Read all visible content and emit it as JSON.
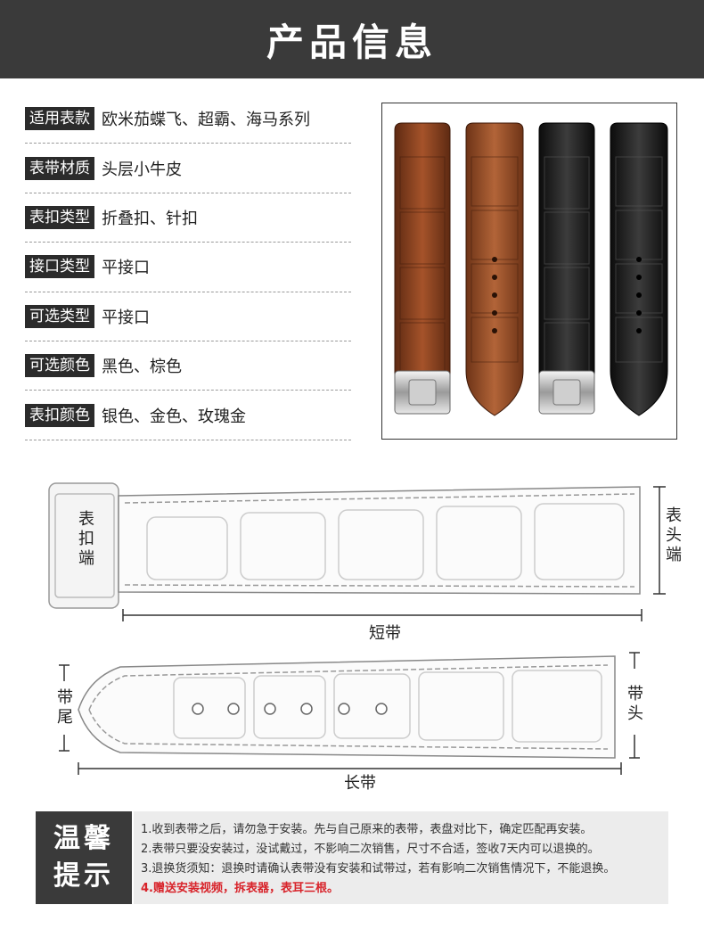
{
  "header": {
    "title": "产品信息"
  },
  "specs": [
    {
      "label": "适用表款",
      "value": "欧米茄蝶飞、超霸、海马系列"
    },
    {
      "label": "表带材质",
      "value": "头层小牛皮"
    },
    {
      "label": "表扣类型",
      "value": "折叠扣、针扣"
    },
    {
      "label": "接口类型",
      "value": "平接口"
    },
    {
      "label": "可选类型",
      "value": "平接口"
    },
    {
      "label": "可选颜色",
      "value": "黑色、棕色"
    },
    {
      "label": "表扣颜色",
      "value": "银色、金色、玫瑰金"
    }
  ],
  "colors": {
    "brown_strap": "#8a3f1f",
    "black_strap": "#1c1c1c",
    "header_bg": "#3a3a3a",
    "warning_red": "#d8232a"
  },
  "diagram": {
    "buckle_end": "表扣端",
    "lug_end": "表头端",
    "short_strap": "短带",
    "tail": "带尾",
    "head": "带头",
    "long_strap": "长带"
  },
  "tips": {
    "title_line1": "温馨",
    "title_line2": "提示",
    "lines": [
      "1.收到表带之后，请勿急于安装。先与自己原来的表带，表盘对比下，确定匹配再安装。",
      "2.表带只要没安装过，没试戴过，不影响二次销售，尺寸不合适，签收7天内可以退换的。",
      "3.退换货须知：退换时请确认表带没有安装和试带过，若有影响二次销售情况下，不能退换。",
      "4.赠送安装视频，拆表器，表耳三根。"
    ]
  }
}
